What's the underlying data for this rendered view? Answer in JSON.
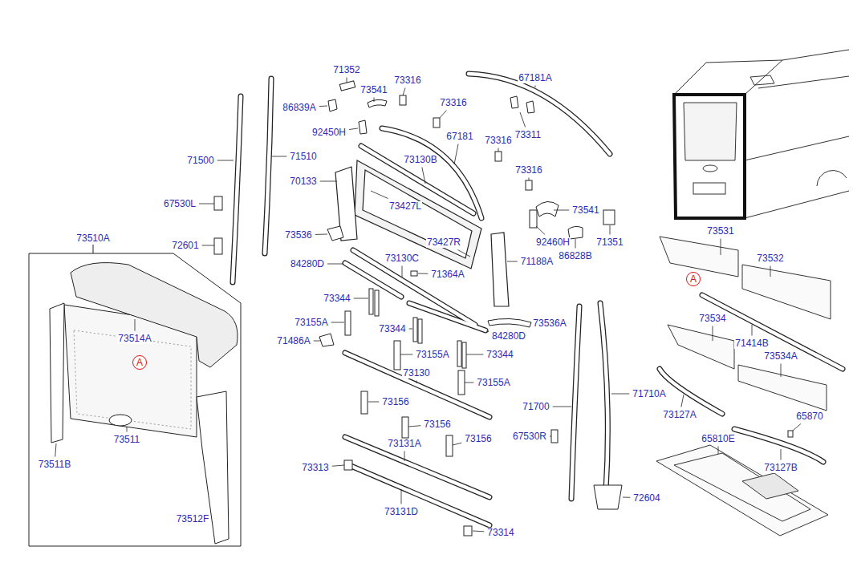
{
  "diagram": {
    "nodes": [
      {
        "text": [
          "73510A"
        ]
      },
      {
        "text": [
          "A"
        ],
        "in": 0
      },
      {
        "text": [
          "A"
        ]
      }
    ],
    "labels": [
      "71352",
      "73541",
      "73316",
      "86839A",
      "73316",
      "67181A",
      "73311",
      "92450H",
      "67181",
      "73316",
      "71500",
      "71510",
      "73130B",
      "73316",
      "70133",
      "73427L",
      "67530L",
      "73541",
      "73536",
      "73427R",
      "92460H",
      "71351",
      "72601",
      "86828B",
      "71188A",
      "73130C",
      "84280D",
      "71364A",
      "73531",
      "73532",
      "73344",
      "73155A",
      "73344",
      "73536A",
      "84280D",
      "71486A",
      "73514A",
      "73155A",
      "73344",
      "73130",
      "73155A",
      "73534",
      "71414B",
      "73534A",
      "73156",
      "71700",
      "71710A",
      "73127A",
      "65870",
      "73511B",
      "73511",
      "73156",
      "73156",
      "67530R",
      "65810E",
      "73131A",
      "73313",
      "73127B",
      "72604",
      "73131D",
      "73512F",
      "73314"
    ]
  }
}
